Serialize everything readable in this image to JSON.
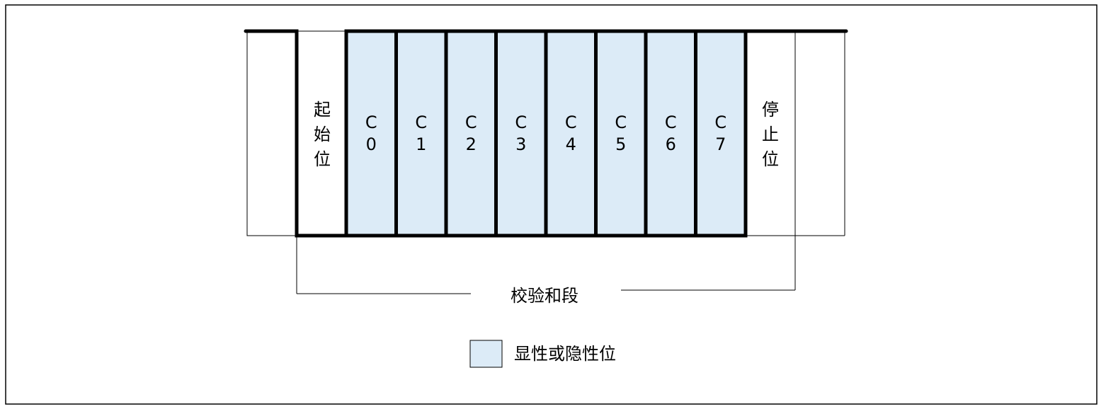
{
  "colors": {
    "bit_fill": "#dcebf7",
    "stroke": "#000000",
    "background": "#ffffff"
  },
  "start_bit": {
    "chars": [
      "起",
      "始",
      "位"
    ]
  },
  "stop_bit": {
    "chars": [
      "停",
      "止",
      "位"
    ]
  },
  "bits": [
    {
      "letter": "C",
      "digit": "0"
    },
    {
      "letter": "C",
      "digit": "1"
    },
    {
      "letter": "C",
      "digit": "2"
    },
    {
      "letter": "C",
      "digit": "3"
    },
    {
      "letter": "C",
      "digit": "4"
    },
    {
      "letter": "C",
      "digit": "5"
    },
    {
      "letter": "C",
      "digit": "6"
    },
    {
      "letter": "C",
      "digit": "7"
    }
  ],
  "segment_label": "校验和段",
  "legend": {
    "label": "显性或隐性位"
  }
}
